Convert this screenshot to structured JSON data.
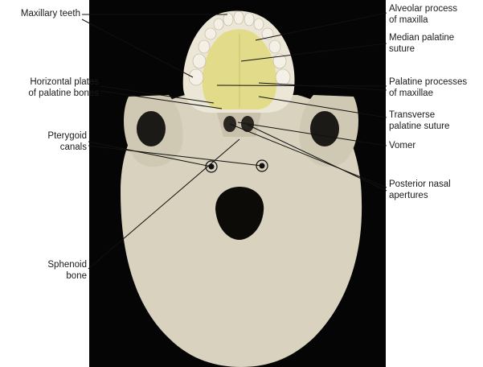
{
  "colors": {
    "background": "#000000",
    "bone": "#ddd6c4",
    "palate_highlight": "#e2dc8a",
    "leader_line": "#111111"
  },
  "labels": {
    "maxillary_teeth": [
      "Maxillary teeth"
    ],
    "horizontal_plates": [
      "Horizontal plates",
      "of palatine bones"
    ],
    "pterygoid_canals": [
      "Pterygoid",
      "canals"
    ],
    "sphenoid_bone": [
      "Sphenoid",
      "bone"
    ],
    "alveolar_process": [
      "Alveolar process",
      "of maxilla"
    ],
    "median_palatine_suture": [
      "Median palatine",
      "suture"
    ],
    "palatine_processes": [
      "Palatine processes",
      "of maxillae"
    ],
    "transverse_palatine_suture": [
      "Transverse",
      "palatine suture"
    ],
    "vomer": [
      "Vomer"
    ],
    "posterior_nasal_apertures": [
      "Posterior nasal",
      "apertures"
    ]
  }
}
